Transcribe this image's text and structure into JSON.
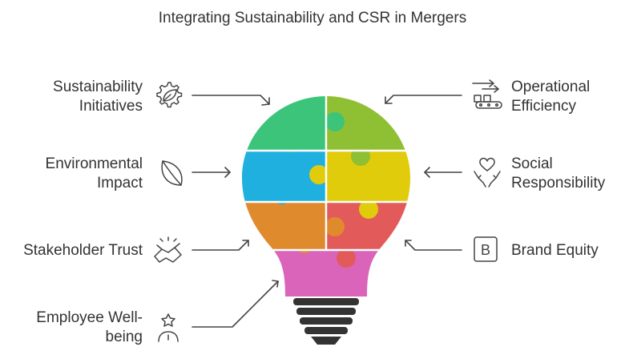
{
  "title": "Integrating Sustainability and CSR in Mergers",
  "left_items": [
    {
      "lines": [
        "Sustainability",
        "Initiatives"
      ],
      "icon": "gear-leaf-icon"
    },
    {
      "lines": [
        "Environmental",
        "Impact"
      ],
      "icon": "leaf-icon"
    },
    {
      "lines": [
        "Stakeholder Trust"
      ],
      "icon": "handshake-icon"
    },
    {
      "lines": [
        "Employee Well-",
        "being"
      ],
      "icon": "person-star-icon"
    }
  ],
  "right_items": [
    {
      "lines": [
        "Operational",
        "Efficiency"
      ],
      "icon": "conveyor-icon"
    },
    {
      "lines": [
        "Social",
        "Responsibility"
      ],
      "icon": "hands-heart-icon"
    },
    {
      "lines": [
        "Brand Equity"
      ],
      "icon": "letter-b-icon",
      "icon_text": "B"
    }
  ],
  "colors": {
    "green": "#3cc47a",
    "lime": "#8fbf33",
    "blue": "#1fb0e0",
    "yellow": "#e0cc0a",
    "orange": "#e08a2e",
    "red": "#e35a5a",
    "pink": "#d964ba",
    "base": "#333333",
    "line": "#444444"
  }
}
